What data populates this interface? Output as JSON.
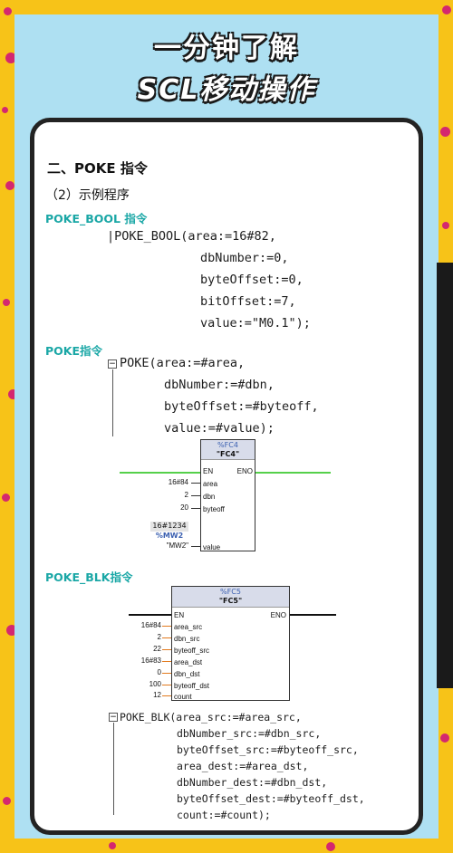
{
  "title_line1": "一分钟了解",
  "title_line2": "SCL移动操作",
  "section_heading": "二、POKE 指令",
  "subheading": "（2）示例程序",
  "poke_bool": {
    "label": "POKE_BOOL 指令",
    "code": [
      "|POKE_BOOL(area:=16#82,",
      "dbNumber:=0,",
      "byteOffset:=0,",
      "bitOffset:=7,",
      "value:=\"M0.1\");"
    ]
  },
  "poke": {
    "label": "POKE指令",
    "code": [
      "POKE(area:=#area,",
      "dbNumber:=#dbn,",
      "byteOffset:=#byteoff,",
      "value:=#value);"
    ],
    "block": {
      "instance": "%FC4",
      "name": "\"FC4\"",
      "en": "EN",
      "eno": "ENO",
      "pins": [
        "area",
        "dbn",
        "byteoff",
        "value"
      ],
      "values": [
        "16#84",
        "2",
        "20",
        "\"MW2\""
      ],
      "value_monitor": "16#1234",
      "value_address": "%MW2"
    }
  },
  "poke_blk": {
    "label": "POKE_BLK指令",
    "block": {
      "instance": "%FC5",
      "name": "\"FC5\"",
      "en": "EN",
      "eno": "ENO",
      "pins": [
        "area_src",
        "dbn_src",
        "byteoff_src",
        "area_dst",
        "dbn_dst",
        "byteoff_dst",
        "count"
      ],
      "values": [
        "16#84",
        "2",
        "22",
        "16#83",
        "0",
        "100",
        "12"
      ]
    },
    "code": [
      "POKE_BLK(area_src:=#area_src,",
      "dbNumber_src:=#dbn_src,",
      "byteOffset_src:=#byteoff_src,",
      "area_dest:=#area_dst,",
      "dbNumber_dest:=#dbn_dst,",
      "byteOffset_dest:=#byteoff_dst,",
      "count:=#count);"
    ]
  },
  "colors": {
    "outer": "#f7c318",
    "inner": "#aee0f2",
    "dots": "#d4286f",
    "accent": "#1aa7a6",
    "rail": "#55d04a"
  }
}
